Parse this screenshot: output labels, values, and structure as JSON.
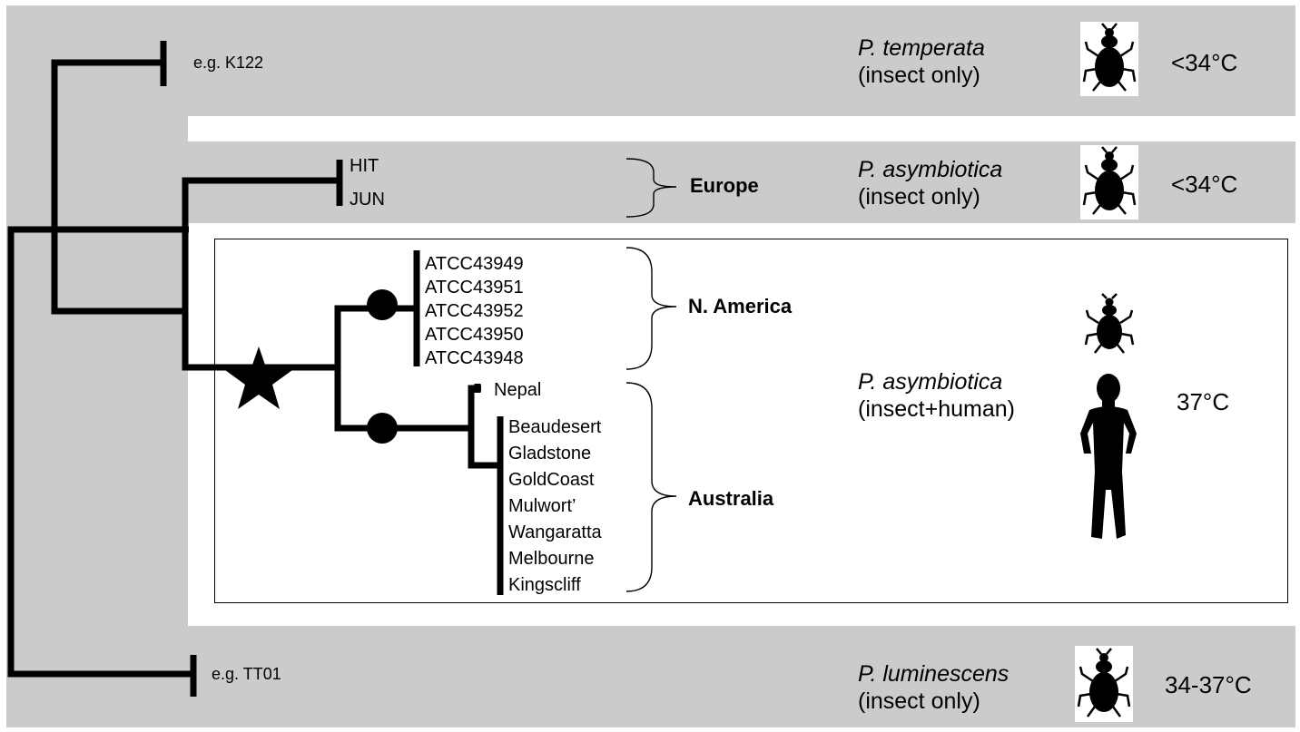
{
  "rows": {
    "temperata": {
      "strain": "e.g. K122",
      "species": "P. temperata",
      "host": "(insect only)",
      "temperature": "<34°C"
    },
    "europe": {
      "strains": [
        "HIT",
        "JUN"
      ],
      "region": "Europe",
      "species": "P. asymbiotica",
      "host": "(insect only)",
      "temperature": "<34°C"
    },
    "human": {
      "species": "P. asymbiotica",
      "host": "(insect+human)",
      "temperature": "37°C"
    },
    "luminescens": {
      "strain": "e.g. TT01",
      "species": "P. luminescens",
      "host": "(insect only)",
      "temperature": "34-37°C"
    }
  },
  "clades": {
    "north_america": {
      "region": "N. America",
      "strains": [
        "ATCC43949",
        "ATCC43951",
        "ATCC43952",
        "ATCC43950",
        "ATCC43948"
      ]
    },
    "australia": {
      "region": "Australia",
      "strains": [
        "Nepal",
        "Beaudesert",
        "Gladstone",
        "GoldCoast",
        "Mulwort’",
        "Wangaratta",
        "Melbourne",
        "Kingscliff"
      ]
    }
  },
  "icons": [
    "beetle-icon",
    "human-silhouette-icon",
    "star-icon",
    "node-dot-icon"
  ],
  "colors": {
    "band": "#cbcbcb",
    "line": "#000000",
    "background": "#ffffff"
  }
}
